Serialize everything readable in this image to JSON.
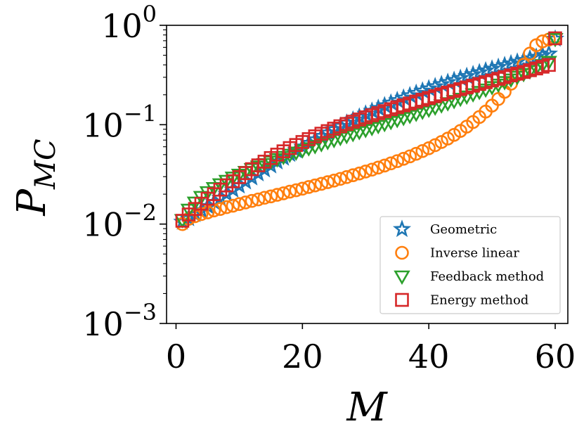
{
  "chart_data": {
    "type": "scatter",
    "xlabel": "M",
    "ylabel": "P",
    "ylabel_subscript": "MC",
    "xlim": [
      -1.5,
      62
    ],
    "ylim": [
      0.001,
      1
    ],
    "yscale": "log",
    "grid": false,
    "legend_position": "lower-right",
    "x_ticks": [
      {
        "value": 0,
        "label": "0"
      },
      {
        "value": 20,
        "label": "20"
      },
      {
        "value": 40,
        "label": "40"
      },
      {
        "value": 60,
        "label": "60"
      }
    ],
    "y_ticks": [
      {
        "value": 1,
        "base": "10",
        "exp": "0"
      },
      {
        "value": 0.1,
        "base": "10",
        "exp": "−1"
      },
      {
        "value": 0.01,
        "base": "10",
        "exp": "−2"
      },
      {
        "value": 0.001,
        "base": "10",
        "exp": "−3"
      }
    ],
    "series": [
      {
        "name": "Geometric",
        "marker": "star",
        "color": "#1f77b4",
        "x": [
          1,
          2,
          3,
          4,
          5,
          6,
          7,
          8,
          9,
          10,
          11,
          12,
          13,
          14,
          15,
          16,
          17,
          18,
          19,
          20,
          21,
          22,
          23,
          24,
          25,
          26,
          27,
          28,
          29,
          30,
          31,
          32,
          33,
          34,
          35,
          36,
          37,
          38,
          39,
          40,
          41,
          42,
          43,
          44,
          45,
          46,
          47,
          48,
          49,
          50,
          51,
          52,
          53,
          54,
          55,
          56,
          57,
          58,
          59,
          60
        ],
        "y": [
          0.0105,
          0.0114,
          0.0125,
          0.0137,
          0.0151,
          0.0166,
          0.0183,
          0.0201,
          0.0221,
          0.0243,
          0.0267,
          0.0293,
          0.0322,
          0.0353,
          0.0387,
          0.0424,
          0.0463,
          0.0505,
          0.0551,
          0.06,
          0.0652,
          0.0708,
          0.0767,
          0.083,
          0.0897,
          0.0967,
          0.1041,
          0.1118,
          0.1199,
          0.1284,
          0.1372,
          0.1463,
          0.1558,
          0.1656,
          0.1757,
          0.186,
          0.1967,
          0.2077,
          0.2191,
          0.2307,
          0.2426,
          0.2548,
          0.2674,
          0.2803,
          0.2935,
          0.307,
          0.3208,
          0.335,
          0.3495,
          0.3644,
          0.3797,
          0.3954,
          0.4114,
          0.4279,
          0.4448,
          0.4622,
          0.48,
          0.4983,
          0.5171,
          0.73
        ]
      },
      {
        "name": "Inverse linear",
        "marker": "circle",
        "color": "#ff7f0e",
        "x": [
          1,
          2,
          3,
          4,
          5,
          6,
          7,
          8,
          9,
          10,
          11,
          12,
          13,
          14,
          15,
          16,
          17,
          18,
          19,
          20,
          21,
          22,
          23,
          24,
          25,
          26,
          27,
          28,
          29,
          30,
          31,
          32,
          33,
          34,
          35,
          36,
          37,
          38,
          39,
          40,
          41,
          42,
          43,
          44,
          45,
          46,
          47,
          48,
          49,
          50,
          51,
          52,
          53,
          54,
          55,
          56,
          57,
          58,
          59,
          60
        ],
        "y": [
          0.01,
          0.0113,
          0.012,
          0.0126,
          0.0131,
          0.0137,
          0.0142,
          0.0148,
          0.0153,
          0.0159,
          0.0165,
          0.0171,
          0.0177,
          0.0184,
          0.019,
          0.0197,
          0.0204,
          0.0212,
          0.0219,
          0.0227,
          0.0236,
          0.0245,
          0.0254,
          0.0264,
          0.0274,
          0.0285,
          0.0297,
          0.031,
          0.0323,
          0.0338,
          0.0353,
          0.037,
          0.0388,
          0.0408,
          0.043,
          0.0454,
          0.048,
          0.051,
          0.0543,
          0.058,
          0.0622,
          0.067,
          0.0725,
          0.079,
          0.0866,
          0.0956,
          0.1063,
          0.1194,
          0.1355,
          0.1556,
          0.1812,
          0.2144,
          0.2584,
          0.318,
          0.401,
          0.52,
          0.63,
          0.69,
          0.72,
          0.74
        ]
      },
      {
        "name": "Feedback method",
        "marker": "triangle-down",
        "color": "#2ca02c",
        "x": [
          1,
          2,
          3,
          4,
          5,
          6,
          7,
          8,
          9,
          10,
          11,
          12,
          13,
          14,
          15,
          16,
          17,
          18,
          19,
          20,
          21,
          22,
          23,
          24,
          25,
          26,
          27,
          28,
          29,
          30,
          31,
          32,
          33,
          34,
          35,
          36,
          37,
          38,
          39,
          40,
          41,
          42,
          43,
          44,
          45,
          46,
          47,
          48,
          49,
          50,
          51,
          52,
          53,
          54,
          55,
          56,
          57,
          58,
          59,
          60
        ],
        "y": [
          0.011,
          0.014,
          0.0165,
          0.0188,
          0.021,
          0.0231,
          0.0252,
          0.0273,
          0.0294,
          0.0315,
          0.0336,
          0.0358,
          0.038,
          0.0403,
          0.0426,
          0.045,
          0.0475,
          0.05,
          0.0526,
          0.0553,
          0.0581,
          0.061,
          0.064,
          0.0671,
          0.0703,
          0.0737,
          0.0772,
          0.0809,
          0.0847,
          0.0887,
          0.0929,
          0.0973,
          0.1019,
          0.1068,
          0.1119,
          0.1173,
          0.123,
          0.129,
          0.1354,
          0.1421,
          0.1493,
          0.1569,
          0.165,
          0.1736,
          0.1828,
          0.1926,
          0.2031,
          0.2144,
          0.2265,
          0.2396,
          0.2537,
          0.269,
          0.2857,
          0.304,
          0.3241,
          0.3463,
          0.371,
          0.3986,
          0.4297,
          0.73
        ]
      },
      {
        "name": "Energy method",
        "marker": "square",
        "color": "#d62728",
        "x": [
          1,
          2,
          3,
          4,
          5,
          6,
          7,
          8,
          9,
          10,
          11,
          12,
          13,
          14,
          15,
          16,
          17,
          18,
          19,
          20,
          21,
          22,
          23,
          24,
          25,
          26,
          27,
          28,
          29,
          30,
          31,
          32,
          33,
          34,
          35,
          36,
          37,
          38,
          39,
          40,
          41,
          42,
          43,
          44,
          45,
          46,
          47,
          48,
          49,
          50,
          51,
          52,
          53,
          54,
          55,
          56,
          57,
          58,
          59,
          60
        ],
        "y": [
          0.0108,
          0.0125,
          0.0142,
          0.016,
          0.018,
          0.02,
          0.0222,
          0.0245,
          0.027,
          0.0297,
          0.0326,
          0.0357,
          0.039,
          0.0425,
          0.0462,
          0.05,
          0.054,
          0.0582,
          0.0625,
          0.067,
          0.0716,
          0.0764,
          0.0812,
          0.0862,
          0.0913,
          0.0965,
          0.1018,
          0.1073,
          0.1129,
          0.1186,
          0.1245,
          0.1306,
          0.1368,
          0.1432,
          0.1498,
          0.1566,
          0.1636,
          0.1708,
          0.1782,
          0.1858,
          0.1937,
          0.2019,
          0.2103,
          0.219,
          0.228,
          0.2373,
          0.247,
          0.2571,
          0.2675,
          0.2783,
          0.2896,
          0.3013,
          0.3135,
          0.3262,
          0.3395,
          0.3534,
          0.368,
          0.3833,
          0.3994,
          0.74
        ]
      }
    ]
  }
}
